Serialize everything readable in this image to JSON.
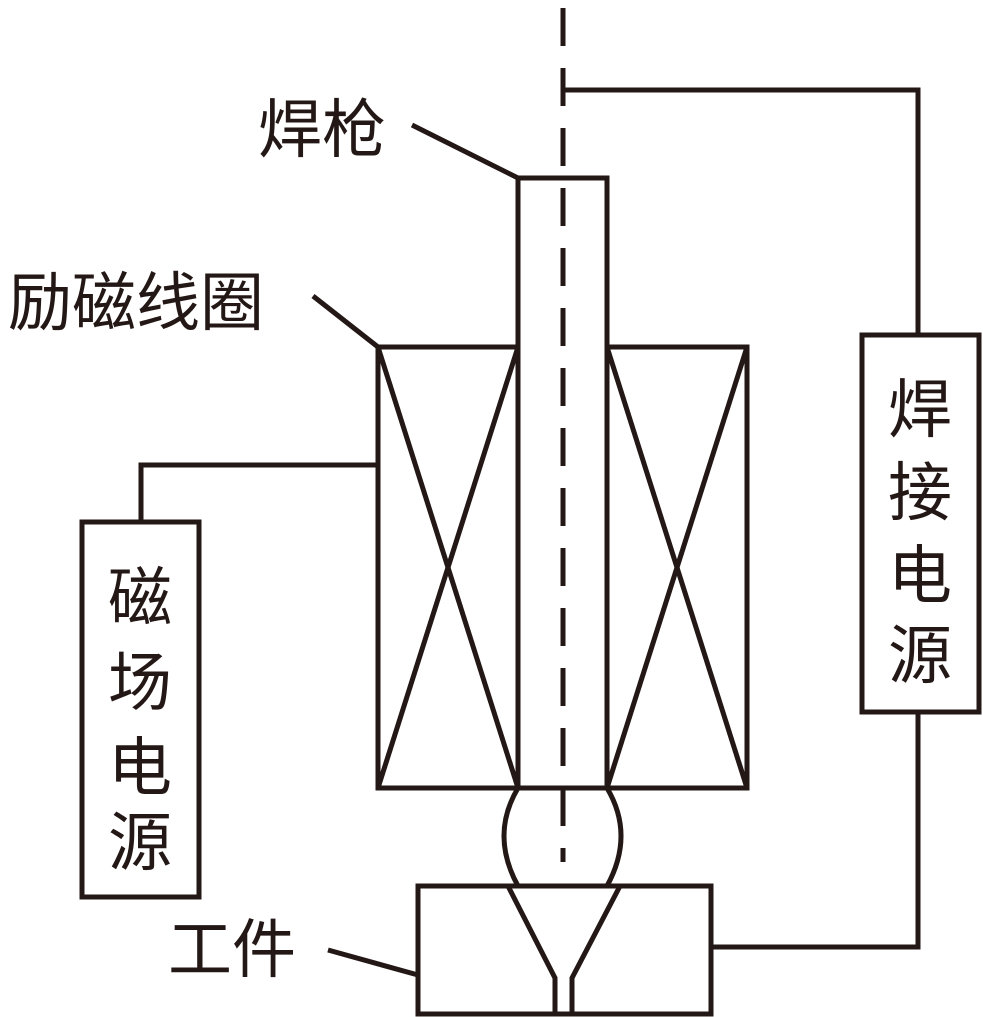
{
  "labels": {
    "torch": "焊枪",
    "coil": "励磁线圈",
    "magnet_power": [
      "磁",
      "场",
      "电",
      "源"
    ],
    "weld_power": [
      "焊",
      "接",
      "电",
      "源"
    ],
    "workpiece": "工件"
  },
  "colors": {
    "line": "#231815",
    "background": "#ffffff"
  }
}
